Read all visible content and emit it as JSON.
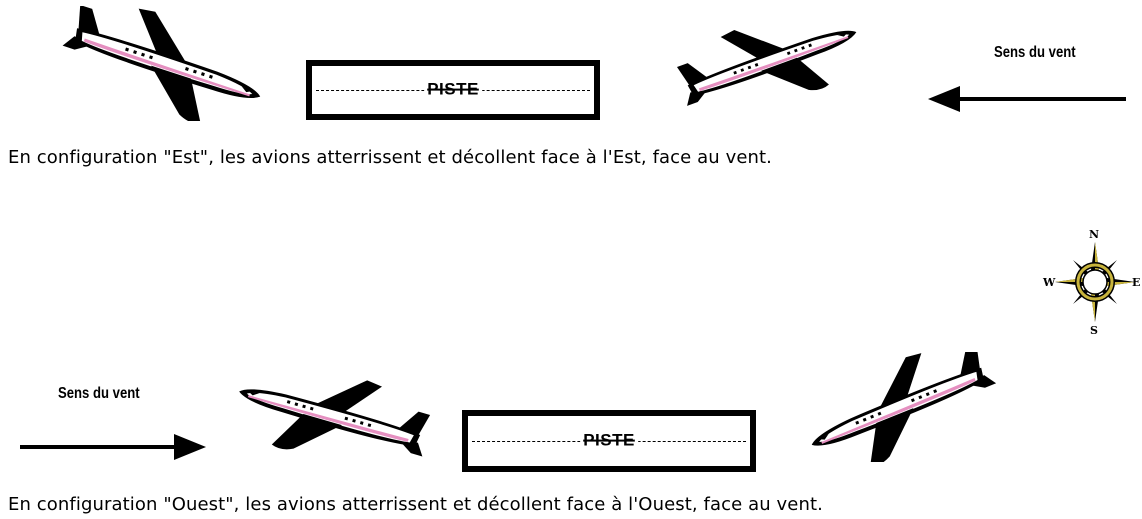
{
  "diagrams": [
    {
      "runway_label": "PISTE",
      "wind_label": "Sens du vent",
      "caption": "En configuration \"Est\", les avions atterrissent et décollent face à l'Est, face au vent."
    },
    {
      "runway_label": "PISTE",
      "wind_label": "Sens du vent",
      "caption": "En configuration \"Ouest\", les avions atterrissent et décollent face à l'Ouest, face au vent."
    }
  ],
  "compass": {
    "north": "N",
    "south": "S",
    "east": "E",
    "west": "W"
  },
  "colors": {
    "fuselage_stripe": "#e58fc0",
    "compass_ring": "#c8b43c"
  },
  "icons": [
    "airplane-icon",
    "wind-arrow-icon",
    "compass-rose-icon"
  ]
}
